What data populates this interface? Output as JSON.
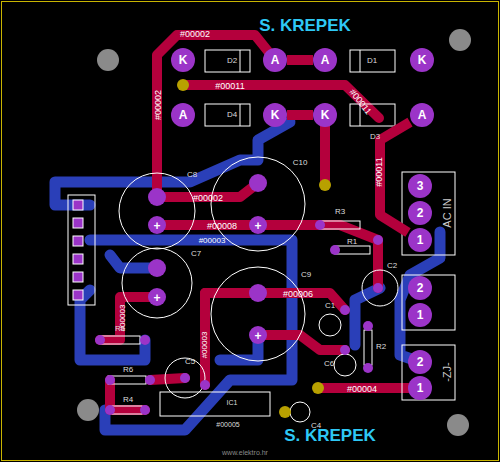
{
  "diagram": {
    "nodes": [
      {
        "text": [
          "K"
        ]
      },
      {
        "text": [
          "A"
        ]
      },
      {
        "text": [
          "A"
        ]
      },
      {
        "text": [
          "K"
        ]
      },
      {
        "text": [
          "A"
        ]
      },
      {
        "text": [
          "K"
        ]
      },
      {
        "text": [
          "K"
        ]
      },
      {
        "text": [
          "A"
        ]
      },
      {
        "text": [
          "3"
        ]
      },
      {
        "text": [
          "2"
        ]
      },
      {
        "text": [
          "1"
        ]
      },
      {
        "text": [
          "2"
        ]
      },
      {
        "text": [
          "1"
        ]
      },
      {
        "text": [
          "2"
        ]
      },
      {
        "text": [
          "1"
        ]
      }
    ],
    "edges": [
      {
        "from": 1,
        "to": 2,
        "arrow": "none"
      },
      {
        "from": 5,
        "to": 6,
        "arrow": "none"
      },
      {
        "from": 7,
        "to": 10,
        "arrow": "none"
      }
    ],
    "labels": [
      "S. KREPEK",
      "#00002",
      "D2",
      "D1",
      "#00011",
      "D4",
      "D3",
      "#00002",
      "#00011",
      "#00011",
      "C8",
      "C10",
      "#00002",
      "#00008",
      "R3",
      "R1",
      "#00003",
      "C7",
      "C9",
      "C2",
      "#00006",
      "#00003",
      "#00003",
      "R5",
      "R6",
      "R4",
      "C1",
      "R2",
      "C6",
      "C5",
      "IC1",
      "C4",
      "#00004",
      "#00005",
      "AC IN",
      "-ZJ-",
      "www.elektro.hr",
      "+",
      "+",
      "+",
      "+",
      "S. KREPEK"
    ]
  }
}
